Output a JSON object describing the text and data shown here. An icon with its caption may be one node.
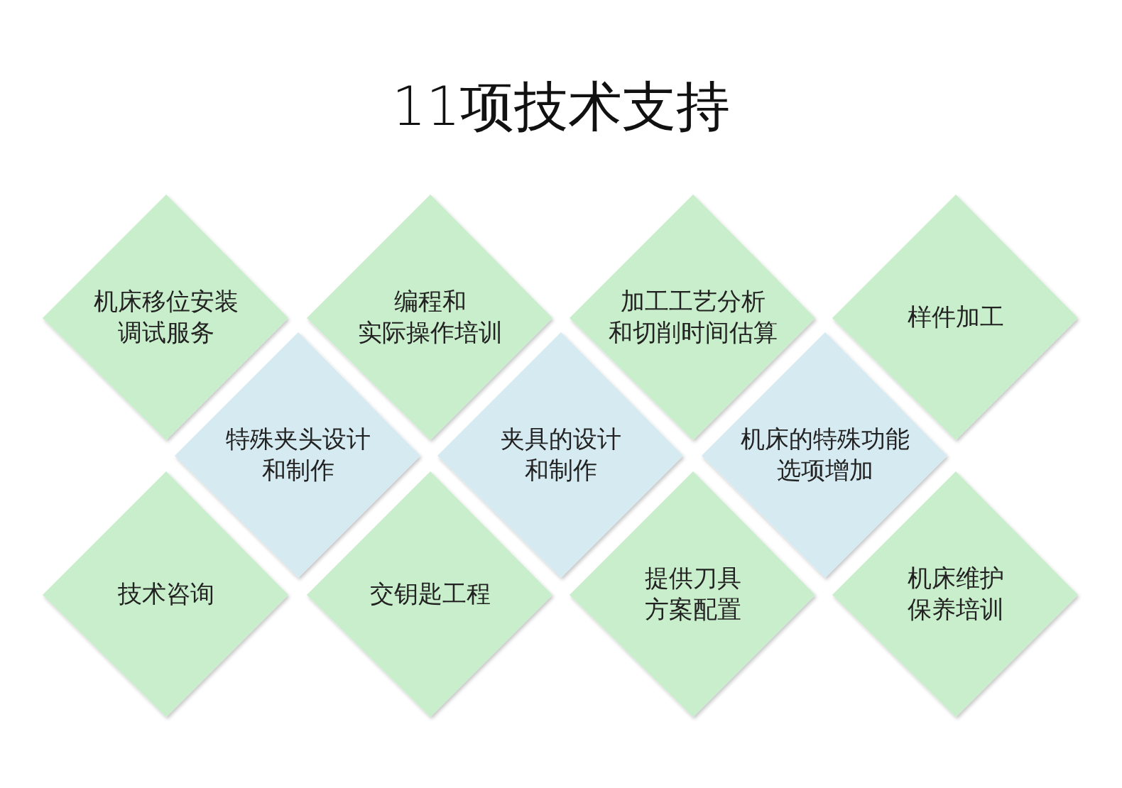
{
  "diagram": {
    "title": "11项技术支持",
    "nodes": [
      {
        "text": [
          "机床移位安装调试服务"
        ]
      },
      {
        "text": [
          "编程和实际操作培训"
        ]
      },
      {
        "text": [
          "加工工艺分析和切削时间估算"
        ]
      },
      {
        "text": [
          "样件加工"
        ]
      },
      {
        "text": [
          "特殊夹头设计和制作"
        ]
      },
      {
        "text": [
          "夹具的设计和制作"
        ]
      },
      {
        "text": [
          "机床的特殊功能选项增加"
        ]
      },
      {
        "text": [
          "技术咨询"
        ]
      },
      {
        "text": [
          "交钥匙工程"
        ]
      },
      {
        "text": [
          "提供刀具方案配置"
        ]
      },
      {
        "text": [
          "机床维护保养培训"
        ]
      }
    ]
  }
}
